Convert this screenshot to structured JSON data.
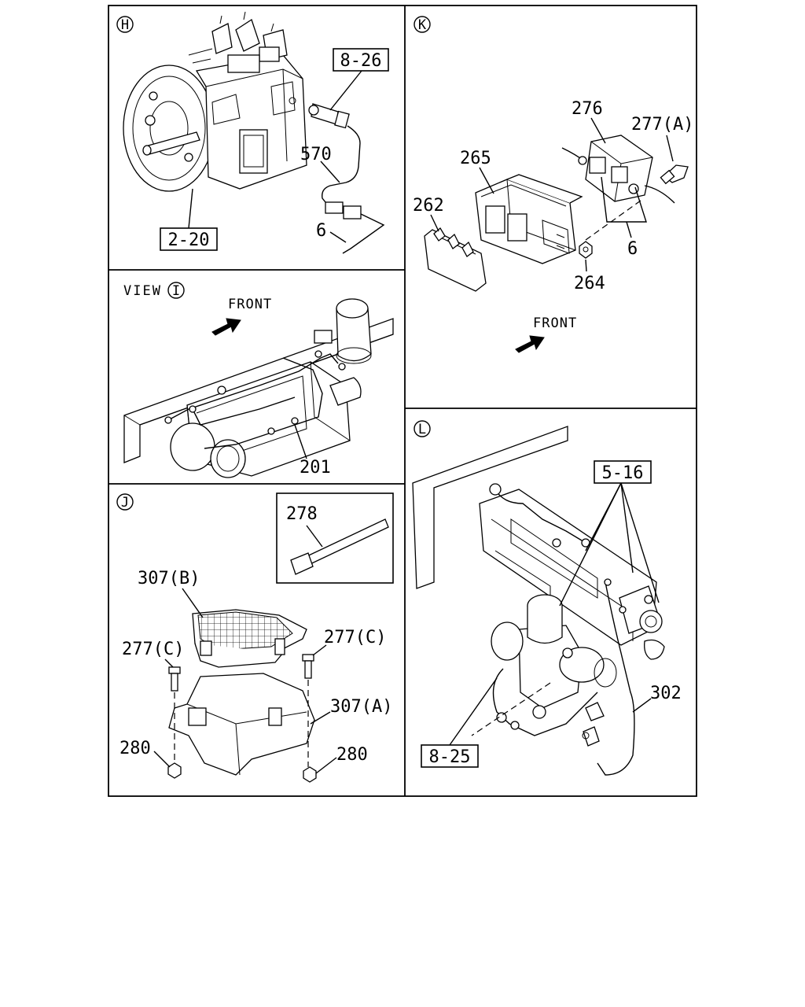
{
  "panels": {
    "H": {
      "letter": "H",
      "callouts": {
        "ref_8_26": "8-26",
        "part_570": "570",
        "part_6": "6",
        "ref_2_20": "2-20"
      }
    },
    "I": {
      "view_label": "VIEW",
      "letter": "I",
      "front_label": "FRONT",
      "callouts": {
        "part_201": "201"
      }
    },
    "J": {
      "letter": "J",
      "callouts": {
        "part_278": "278",
        "part_307b": "307(B)",
        "part_277c_left": "277(C)",
        "part_277c_right": "277(C)",
        "part_307a": "307(A)",
        "part_280_left": "280",
        "part_280_right": "280"
      }
    },
    "K": {
      "letter": "K",
      "front_label": "FRONT",
      "callouts": {
        "part_276": "276",
        "part_277a": "277(A)",
        "part_265": "265",
        "part_262": "262",
        "part_6": "6",
        "part_264": "264"
      }
    },
    "L": {
      "letter": "L",
      "callouts": {
        "ref_5_16": "5-16",
        "part_302": "302",
        "ref_8_25": "8-25"
      }
    }
  }
}
